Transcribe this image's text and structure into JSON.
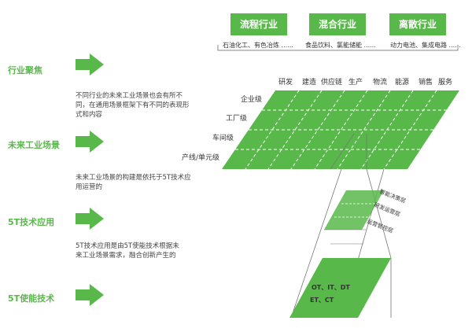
{
  "industries": [
    {
      "title": "流程行业",
      "examples": "石油化工、有色冶炼 ......"
    },
    {
      "title": "混合行业",
      "examples": "食品饮料、氯能储能 ......"
    },
    {
      "title": "离散行业",
      "examples": "动力电池、集成电路 ......"
    }
  ],
  "rows": [
    {
      "label": "行业聚焦"
    },
    {
      "label": "未来工业场景"
    },
    {
      "label": "5T技术应用"
    },
    {
      "label": "5T使能技术"
    }
  ],
  "descriptions": [
    "不同行业的未来工业场景也会有所不同，在通用场景框架下有不同的表现形式和内容",
    "未来工业场景的构建是依托于5T技术应用运营的",
    "5T技术应用是由5T使能技术根据未来工业场景需求，融合创新产生的"
  ],
  "value_chain": [
    "研发",
    "建造",
    "供应链",
    "生产",
    "物流",
    "能源",
    "销售",
    "服务"
  ],
  "levels": [
    "企业级",
    "工厂级",
    "车间级",
    "产线/单元级"
  ],
  "app_layers": [
    "智能决策层",
    "研发运营层",
    "运营管控层"
  ],
  "enabling_tech": [
    "OT、IT、DT",
    "ET、CT"
  ],
  "colors": {
    "accent": "#58b94a",
    "grid_line": "#ffffff"
  }
}
